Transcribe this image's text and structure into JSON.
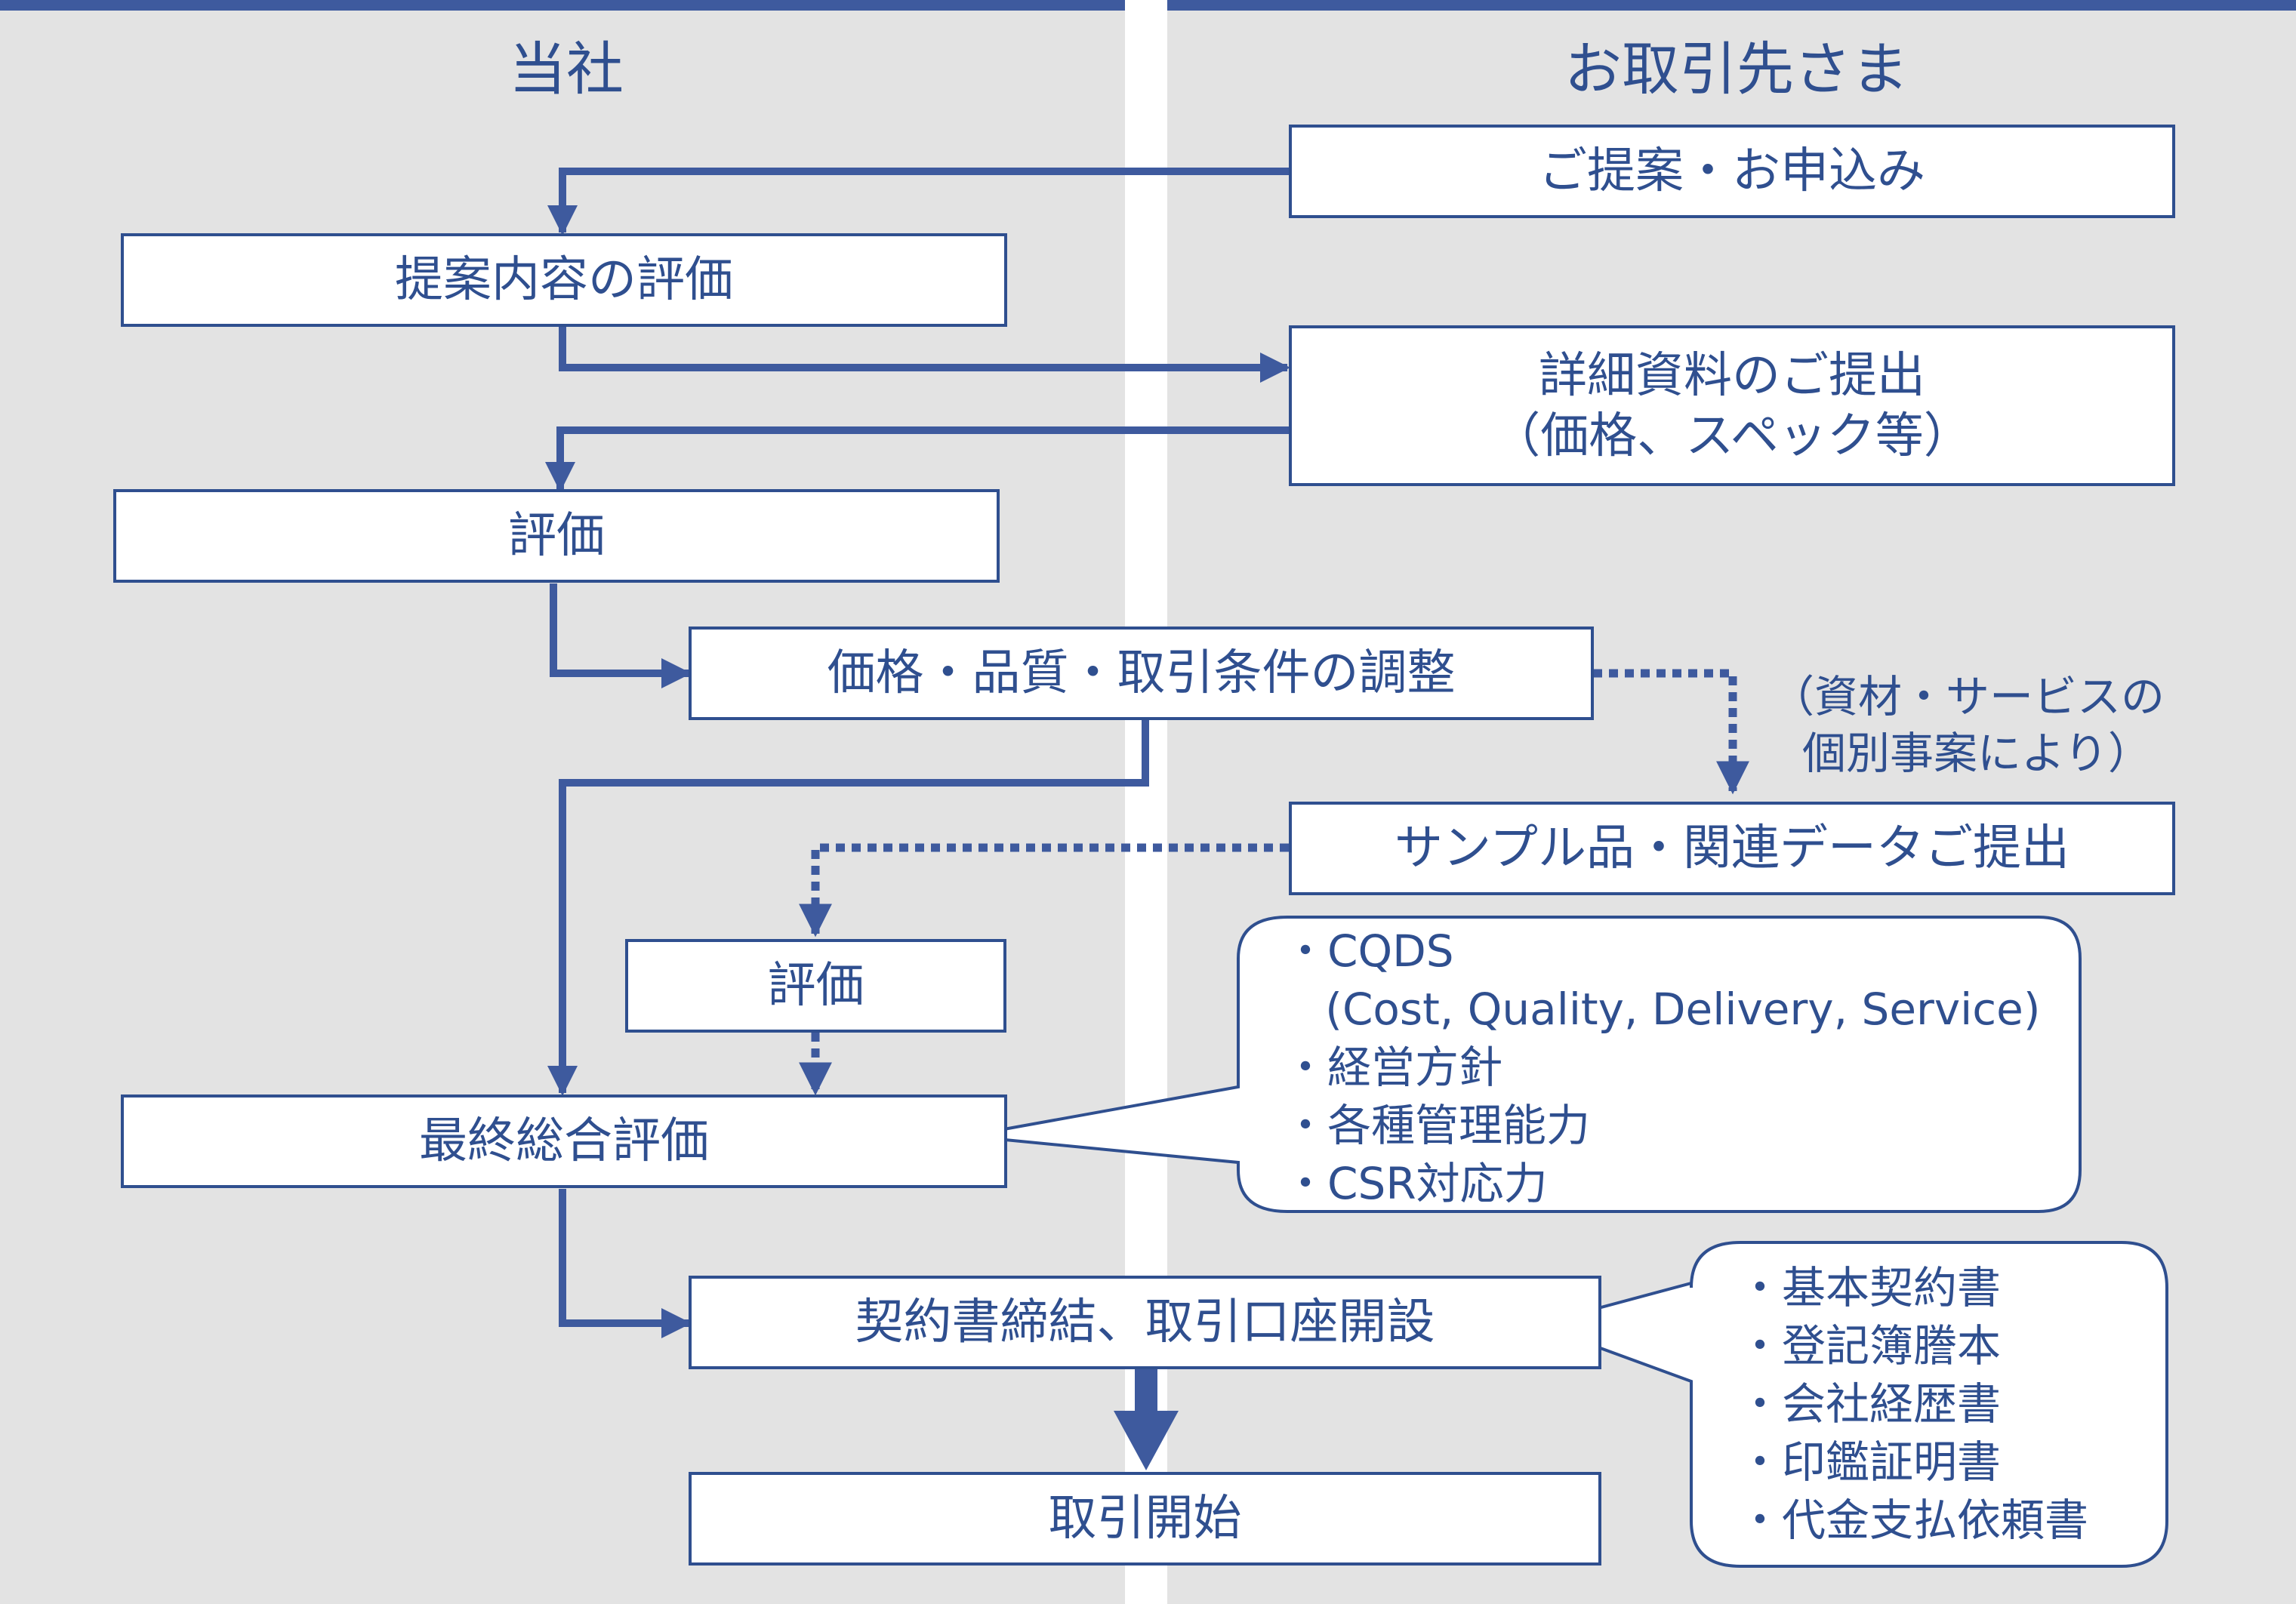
{
  "lanes": {
    "left_title": "当社",
    "right_title": "お取引先さま"
  },
  "steps": {
    "proposal": "ご提案・お申込み",
    "proposal_eval": "提案内容の評価",
    "detail_docs_line1": "詳細資料のご提出",
    "detail_docs_line2": "（価格、スペック等）",
    "eval1": "評価",
    "adjust": "価格・品質・取引条件の調整",
    "sample": "サンプル品・関連データご提出",
    "eval2": "評価",
    "final_eval": "最終総合評価",
    "contract": "契約書締結、取引口座開設",
    "start": "取引開始"
  },
  "note": {
    "line1": "（資材・サービスの",
    "line2": "個別事案により）"
  },
  "criteria": [
    "・CQDS",
    "   (Cost, Quality, Delivery, Service)",
    "・経営方針",
    "・各種管理能力",
    "・CSR対応力"
  ],
  "documents": [
    "・基本契約書",
    "・登記簿謄本",
    "・会社経歴書",
    "・印鑑証明書",
    "・代金支払依頼書"
  ],
  "colors": {
    "primary": "#2f4f8f",
    "lane_bar": "#3e5a9e",
    "lane_bg": "#e3e3e3",
    "box_bg": "#ffffff"
  }
}
